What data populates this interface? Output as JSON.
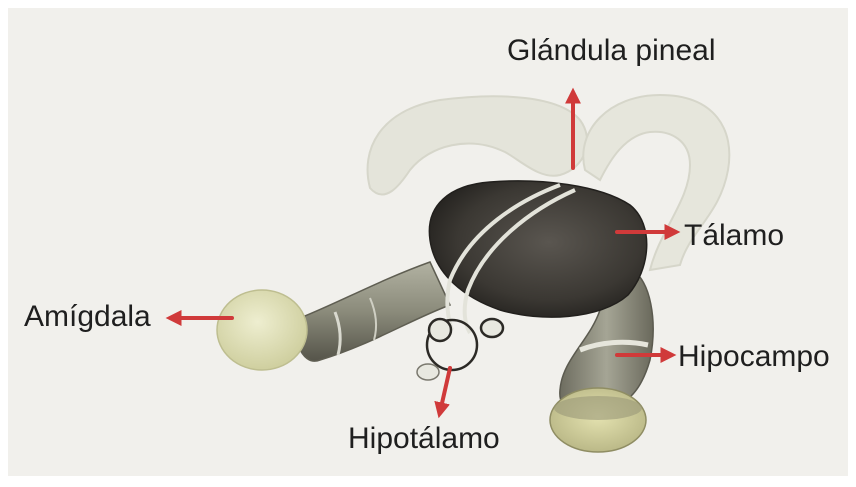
{
  "labels": {
    "pineal": "Glándula pineal",
    "talamo": "Tálamo",
    "amigdala": "Amígdala",
    "hipocampo": "Hipocampo",
    "hipotalamo": "Hipotálamo"
  },
  "colors": {
    "background": "#ffffff",
    "panel": "#f1f0ec",
    "arrow": "#d03a3a",
    "thalamus": "#3e3b35",
    "fornix": "#e4e4da",
    "hippocampus": "#8a8a7a",
    "amygdala": "#e2e2be"
  }
}
